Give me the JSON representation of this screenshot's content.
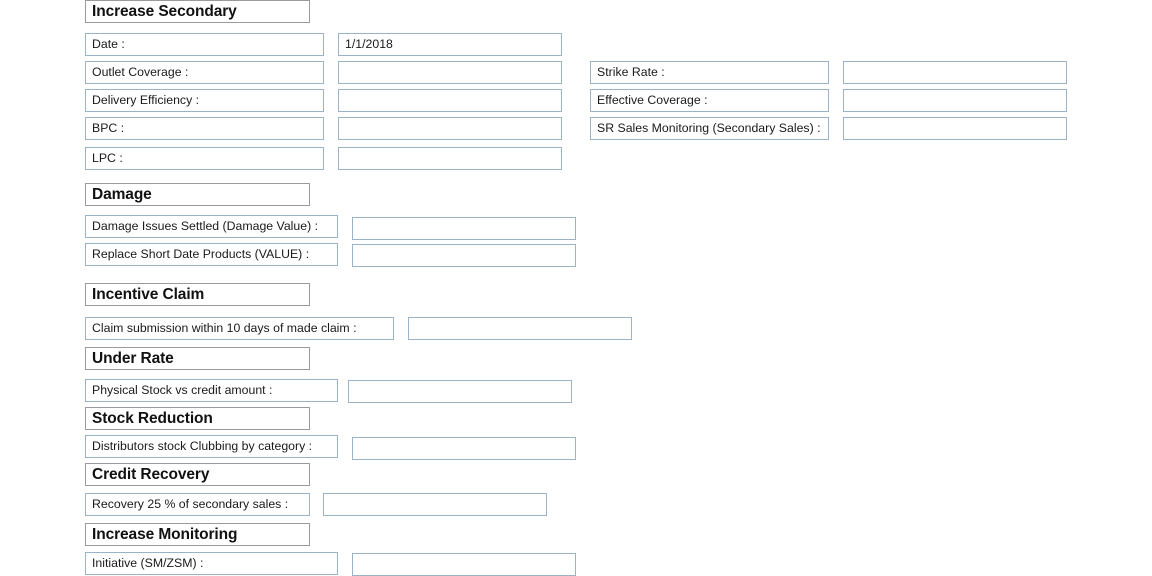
{
  "document": {
    "title": "Increase Secondary Sales Action Plan Form",
    "background_color": "#ffffff",
    "box_border_color": "#9bb3c8",
    "heading_border_color": "#9a9a9a",
    "text_color": "#1a1a1a"
  },
  "sections": [
    {
      "id": "increase-secondary",
      "heading": "Increase Secondary",
      "rows": [
        {
          "label": "Date :",
          "value": "1/1/2018"
        },
        {
          "label": "Outlet Coverage :",
          "value": ""
        },
        {
          "label": "Delivery Efficiency :",
          "value": ""
        },
        {
          "label": "BPC  :",
          "value": ""
        },
        {
          "label": "LPC  :",
          "value": ""
        }
      ],
      "right_rows": [
        {
          "label": "Strike Rate  :",
          "value": ""
        },
        {
          "label": "Effective Coverage :",
          "value": ""
        },
        {
          "label": "SR Sales Monitoring (Secondary Sales) :",
          "value": ""
        }
      ]
    },
    {
      "id": "damage",
      "heading": "Damage",
      "rows": [
        {
          "label": "Damage Issues Settled (Damage Value) :",
          "value": ""
        },
        {
          "label": "Replace Short Date Products (VALUE) :",
          "value": ""
        }
      ]
    },
    {
      "id": "incentive-claim",
      "heading": "Incentive Claim",
      "rows": [
        {
          "label": "Claim submission within 10 days of made claim :",
          "value": ""
        }
      ]
    },
    {
      "id": "under-rate",
      "heading": "Under Rate",
      "rows": [
        {
          "label": "Physical Stock vs credit amount :",
          "value": ""
        }
      ]
    },
    {
      "id": "stock-reduction",
      "heading": "Stock Reduction",
      "rows": [
        {
          "label": "Distributors stock Clubbing by category :",
          "value": ""
        }
      ]
    },
    {
      "id": "credit-recovery",
      "heading": "Credit Recovery",
      "rows": [
        {
          "label": "Recovery 25 % of secondary sales :",
          "value": ""
        }
      ]
    },
    {
      "id": "increase-monitoring",
      "heading": "Increase Monitoring",
      "rows": [
        {
          "label": "Initiative (SM/ZSM) :",
          "value": ""
        }
      ]
    }
  ]
}
